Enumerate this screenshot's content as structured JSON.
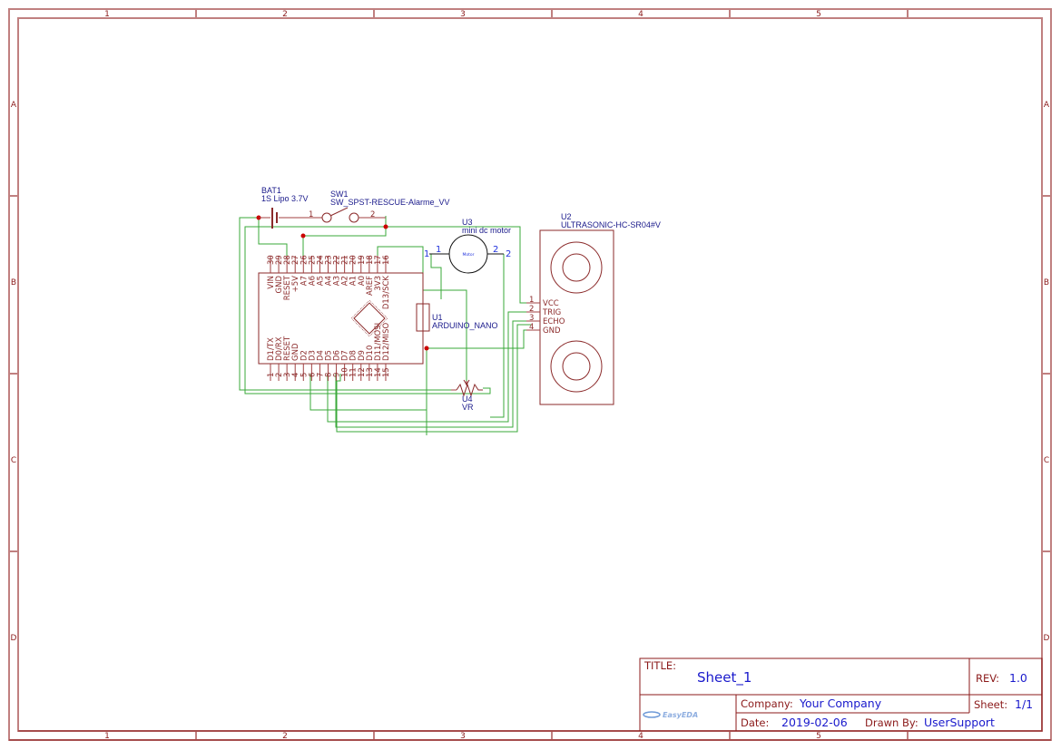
{
  "frame": {
    "columns": [
      "1",
      "2",
      "3",
      "4",
      "5"
    ],
    "rows": [
      "A",
      "B",
      "C",
      "D"
    ]
  },
  "components": {
    "bat1": {
      "ref": "BAT1",
      "value": "1S Lipo 3.7V"
    },
    "sw1": {
      "ref": "SW1",
      "value": "SW_SPST-RESCUE-Alarme_VV",
      "pin1": "1",
      "pin2": "2"
    },
    "u3": {
      "ref": "U3",
      "value": "mini dc motor",
      "body_label": "Motor",
      "pin1": "1",
      "pin2": "2"
    },
    "u2": {
      "ref": "U2",
      "value": "ULTRASONIC-HC-SR04#V",
      "pins": [
        {
          "num": "1",
          "name": "VCC"
        },
        {
          "num": "2",
          "name": "TRIG"
        },
        {
          "num": "3",
          "name": "ECHO"
        },
        {
          "num": "4",
          "name": "GND"
        }
      ]
    },
    "u1": {
      "ref": "U1",
      "value": "ARDUINO_NANO",
      "top_pins": [
        {
          "num": "30",
          "name": "VIN"
        },
        {
          "num": "29",
          "name": "GND"
        },
        {
          "num": "28",
          "name": "RESET"
        },
        {
          "num": "27",
          "name": "+5V"
        },
        {
          "num": "26",
          "name": "A7"
        },
        {
          "num": "25",
          "name": "A6"
        },
        {
          "num": "24",
          "name": "A5"
        },
        {
          "num": "23",
          "name": "A4"
        },
        {
          "num": "22",
          "name": "A3"
        },
        {
          "num": "21",
          "name": "A2"
        },
        {
          "num": "20",
          "name": "A1"
        },
        {
          "num": "19",
          "name": "A0"
        },
        {
          "num": "18",
          "name": "AREF"
        },
        {
          "num": "17",
          "name": "3V3"
        },
        {
          "num": "16",
          "name": "D13/SCK"
        }
      ],
      "bottom_pins": [
        {
          "num": "1",
          "name": "D1/TX"
        },
        {
          "num": "2",
          "name": "D0/RX"
        },
        {
          "num": "3",
          "name": "RESET"
        },
        {
          "num": "4",
          "name": "GND"
        },
        {
          "num": "5",
          "name": "D2"
        },
        {
          "num": "6",
          "name": "D3"
        },
        {
          "num": "7",
          "name": "D4"
        },
        {
          "num": "8",
          "name": "D5"
        },
        {
          "num": "9",
          "name": "D6"
        },
        {
          "num": "10",
          "name": "D7"
        },
        {
          "num": "11",
          "name": "D8"
        },
        {
          "num": "12",
          "name": "D9"
        },
        {
          "num": "13",
          "name": "D10"
        },
        {
          "num": "14",
          "name": "D11/MOSI"
        },
        {
          "num": "15",
          "name": "D12/MISO"
        }
      ]
    },
    "u4": {
      "ref": "U4",
      "value": "VR"
    }
  },
  "title_block": {
    "title_label": "TITLE:",
    "title": "Sheet_1",
    "rev_label": "REV:",
    "rev": "1.0",
    "company_label": "Company:",
    "company": "Your Company",
    "sheet_label": "Sheet:",
    "sheet": "1/1",
    "date_label": "Date:",
    "date": "2019-02-06",
    "drawn_by_label": "Drawn By:",
    "drawn_by": "UserSupport",
    "logo": "EasyEDA"
  },
  "colors": {
    "frame": "#8b1a1a",
    "wire": "#3aa83a",
    "symbol": "#8b2a2a",
    "junction": "#cc0000",
    "designator": "#1a1a8b",
    "value_text": "#1a1acc"
  }
}
